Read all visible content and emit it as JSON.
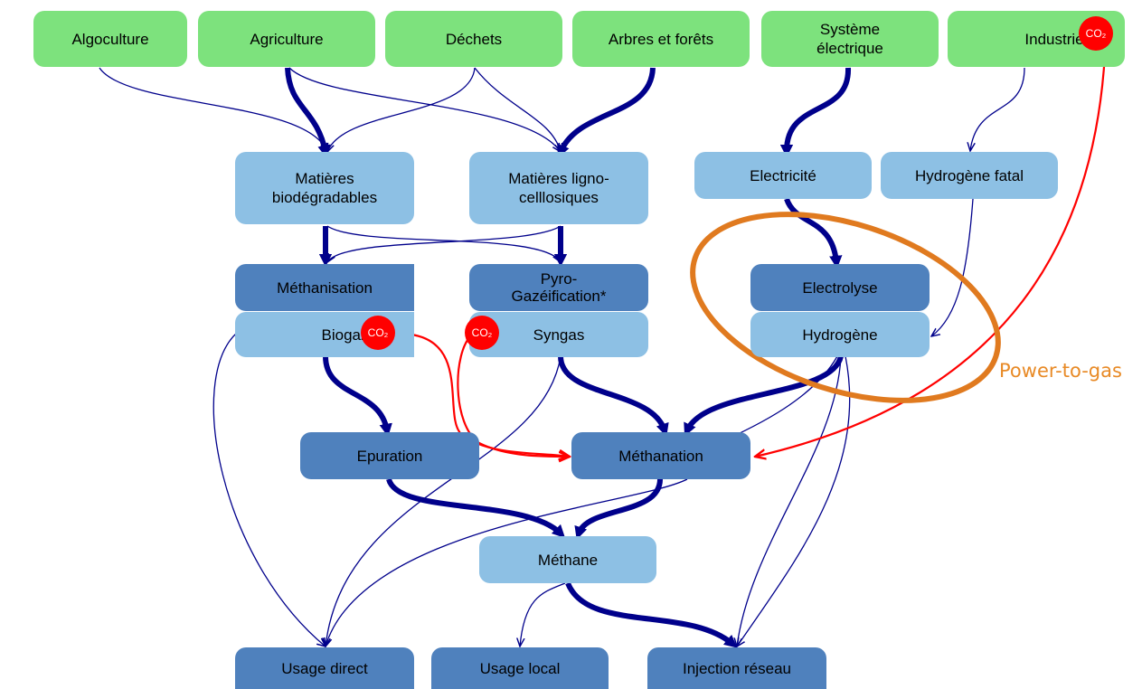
{
  "sources": {
    "algoculture": "Algoculture",
    "agriculture": "Agriculture",
    "dechets": "Déchets",
    "arbres": "Arbres et forêts",
    "systeme_1": "Système",
    "systeme_2": "électrique",
    "industrie": "Industrie"
  },
  "intermediate": {
    "matieres_bio_1": "Matières",
    "matieres_bio_2": "biodégradables",
    "matieres_ligno_1": "Matières ligno-",
    "matieres_ligno_2": "celllosiques",
    "electricite": "Electricité",
    "hydrogene_fatal": "Hydrogène fatal"
  },
  "processes": {
    "methanisation": "Méthanisation",
    "pyro_1": "Pyro-",
    "pyro_2": "Gazéification*",
    "electrolyse": "Electrolyse",
    "epuration": "Epuration",
    "methanation": "Méthanation"
  },
  "products": {
    "biogaz": "Biogaz",
    "syngas": "Syngas",
    "hydrogene": "Hydrogène",
    "methane": "Méthane"
  },
  "uses": {
    "usage_direct": "Usage direct",
    "usage_local": "Usage local",
    "injection": "Injection réseau"
  },
  "co2_label": "CO₂",
  "power_to_gas": "Power-to-gas",
  "colors": {
    "source_green": "#7de27d",
    "light_blue": "#8dc0e4",
    "dark_blue": "#4f81bd",
    "arrow_navy": "#00008b",
    "co2_red": "#ff0000",
    "power_to_gas_orange": "#e07a1f"
  }
}
